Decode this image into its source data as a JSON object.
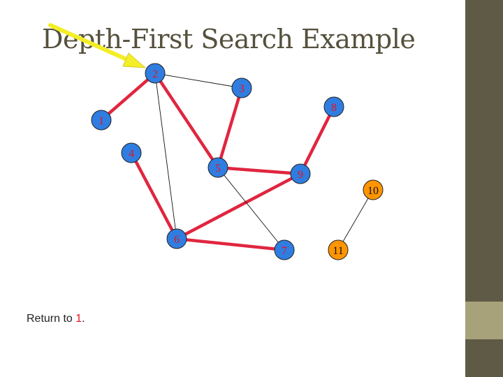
{
  "title": "Depth-First Search Example",
  "footer": {
    "prefix": "Return to ",
    "node": "1",
    "suffix": "."
  },
  "colors": {
    "tree_edge": "#e0263f",
    "thin_edge": "#111111",
    "node_visited": "#2f7de0",
    "node_unvisited": "#ff9500",
    "label_visited": "#e8121f",
    "label_unvisited": "#111111",
    "arrow": "#f3ee26"
  },
  "arrow": {
    "icon": "yellow-arrow-pointer",
    "target": "2"
  },
  "nodes": [
    {
      "id": "1",
      "label": "1",
      "state": "visited"
    },
    {
      "id": "2",
      "label": "2",
      "state": "visited"
    },
    {
      "id": "3",
      "label": "3",
      "state": "visited"
    },
    {
      "id": "4",
      "label": "4",
      "state": "visited"
    },
    {
      "id": "5",
      "label": "5",
      "state": "visited"
    },
    {
      "id": "6",
      "label": "6",
      "state": "visited"
    },
    {
      "id": "7",
      "label": "7",
      "state": "visited"
    },
    {
      "id": "8",
      "label": "8",
      "state": "visited"
    },
    {
      "id": "9",
      "label": "9",
      "state": "visited"
    },
    {
      "id": "10",
      "label": "10",
      "state": "unvisited"
    },
    {
      "id": "11",
      "label": "11",
      "state": "unvisited"
    }
  ],
  "edges": [
    {
      "from": "1",
      "to": "2",
      "tree": true
    },
    {
      "from": "2",
      "to": "5",
      "tree": true
    },
    {
      "from": "5",
      "to": "3",
      "tree": true
    },
    {
      "from": "4",
      "to": "6",
      "tree": true
    },
    {
      "from": "6",
      "to": "9",
      "tree": true
    },
    {
      "from": "5",
      "to": "9",
      "tree": true
    },
    {
      "from": "9",
      "to": "8",
      "tree": true
    },
    {
      "from": "6",
      "to": "7",
      "tree": true
    },
    {
      "from": "2",
      "to": "3",
      "tree": false
    },
    {
      "from": "2",
      "to": "6",
      "tree": false
    },
    {
      "from": "5",
      "to": "7",
      "tree": false
    },
    {
      "from": "10",
      "to": "11",
      "tree": false
    }
  ]
}
